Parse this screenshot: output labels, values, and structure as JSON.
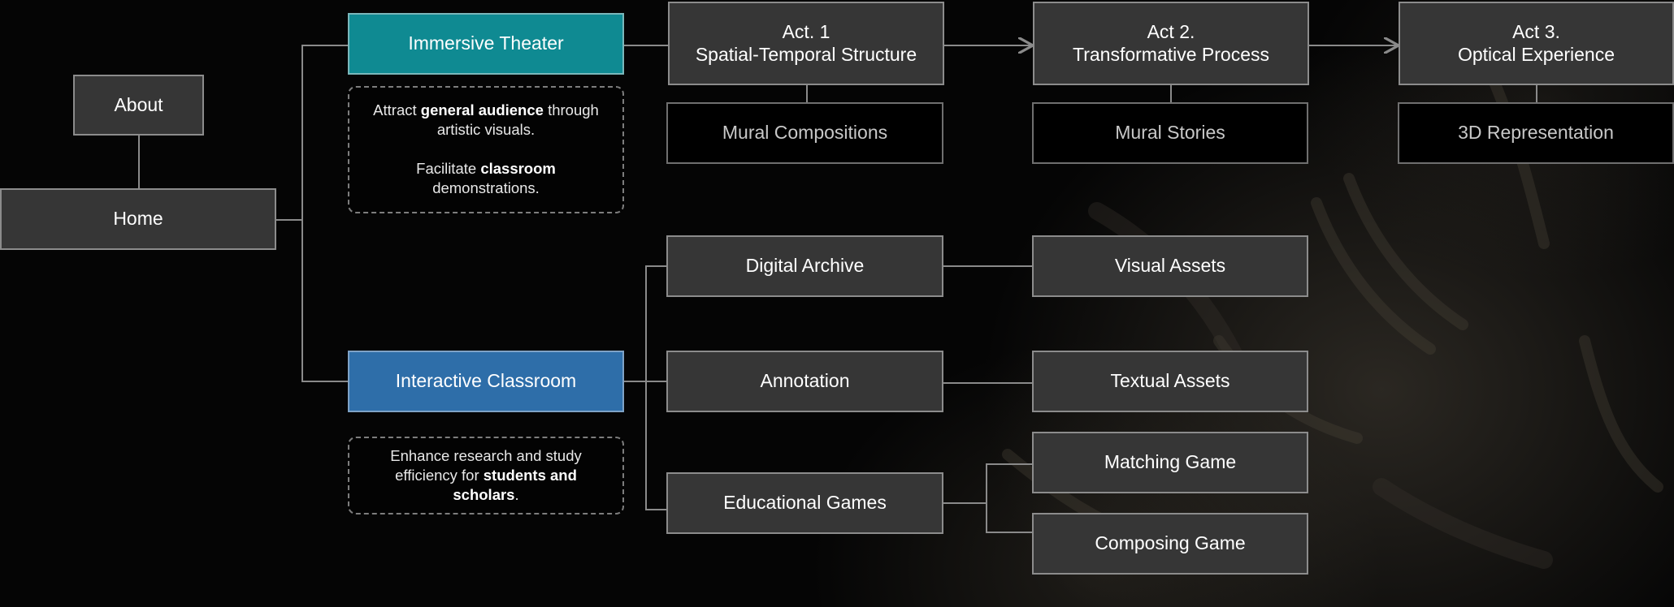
{
  "nodes": {
    "about": "About",
    "home": "Home",
    "immersive_theater": "Immersive Theater",
    "interactive_classroom": "Interactive Classroom",
    "act1": {
      "line1": "Act. 1",
      "line2": "Spatial-Temporal Structure"
    },
    "act2": {
      "line1": "Act 2.",
      "line2": "Transformative Process"
    },
    "act3": {
      "line1": "Act 3.",
      "line2": "Optical Experience"
    },
    "mural_compositions": "Mural Compositions",
    "mural_stories": "Mural Stories",
    "representation_3d": "3D Representation",
    "digital_archive": "Digital Archive",
    "annotation": "Annotation",
    "educational_games": "Educational Games",
    "visual_assets": "Visual Assets",
    "textual_assets": "Textual Assets",
    "matching_game": "Matching Game",
    "composing_game": "Composing Game"
  },
  "notes": {
    "theater": {
      "p1_pre": "Attract ",
      "p1_bold": "general audience",
      "p1_post": " through artistic visuals.",
      "p2_pre": "Facilitate ",
      "p2_bold": "classroom",
      "p2_post": " demonstrations."
    },
    "classroom": {
      "pre": "Enhance research and study efficiency for ",
      "bold": "students and scholars",
      "post": "."
    }
  },
  "colors": {
    "teal_node": "#0f8a92",
    "blue_node": "#2e6ea9",
    "gray_node": "#363636",
    "connector": "#8a8a8a"
  }
}
